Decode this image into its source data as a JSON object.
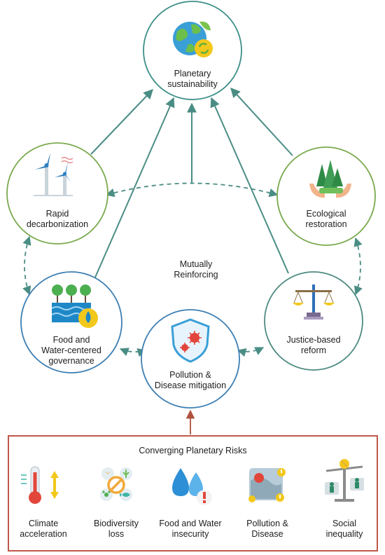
{
  "nodes": {
    "top": {
      "line1": "Planetary",
      "line2": "sustainability",
      "icon": "earth-recycle-icon",
      "stroke": "#3d8f89"
    },
    "left_upper": {
      "line1": "Rapid",
      "line2": "decarbonization",
      "icon": "wind-turbine-icon",
      "stroke": "#7aaa4e"
    },
    "right_upper": {
      "line1": "Ecological",
      "line2": "restoration",
      "icon": "hands-trees-icon",
      "stroke": "#7aaa4e"
    },
    "left_lower": {
      "line1": "Food and",
      "line2": "Water-centered",
      "line3": "governance",
      "icon": "farm-water-icon",
      "stroke": "#3d7fb3"
    },
    "right_lower": {
      "line1": "Justice-based",
      "line2": "reform",
      "icon": "justice-scale-icon",
      "stroke": "#4d8a80"
    },
    "bottom": {
      "line1": "Pollution &",
      "line2": "Disease mitigation",
      "icon": "virus-shield-icon",
      "stroke": "#3d7fb3"
    }
  },
  "center": {
    "line1": "Mutually",
    "line2": "Reinforcing"
  },
  "risks": {
    "title": "Converging Planetary Risks",
    "border": "#c0584a",
    "items": [
      {
        "line1": "Climate",
        "line2": "acceleration",
        "icon": "thermometer-icon"
      },
      {
        "line1": "Biodiversity",
        "line2": "loss",
        "icon": "biodiversity-icon"
      },
      {
        "line1": "Food and Water",
        "line2": "insecurity",
        "icon": "water-drops-icon"
      },
      {
        "line1": "Pollution &",
        "line2": "Disease",
        "icon": "polluted-map-icon"
      },
      {
        "line1": "Social",
        "line2": "inequality",
        "icon": "unbalanced-scale-icon"
      }
    ]
  },
  "colors": {
    "arrow": "#4a8d84",
    "dashed": "#4a8d84",
    "risk_arrow": "#b0503f"
  }
}
